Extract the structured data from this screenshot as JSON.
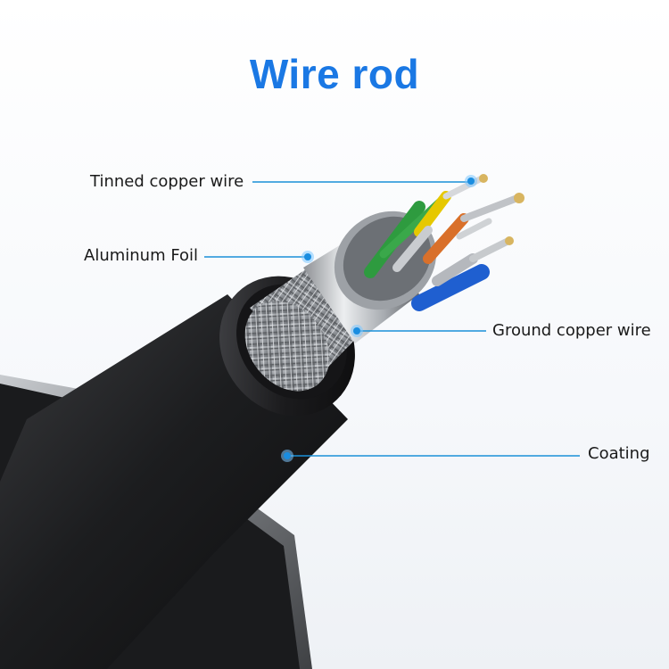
{
  "title": "Wire rod",
  "accent_color": "#1a78e4",
  "callouts": {
    "tinned_copper_wire": "Tinned copper wire",
    "aluminum_foil": "Aluminum Foil",
    "ground_copper_wire": "Ground copper wire",
    "coating": "Coating"
  },
  "conductor_colors": [
    "#2e9b3f",
    "#e6c800",
    "#d9702a",
    "#1f5fd0",
    "#b5b8bd",
    "#c9853a"
  ]
}
